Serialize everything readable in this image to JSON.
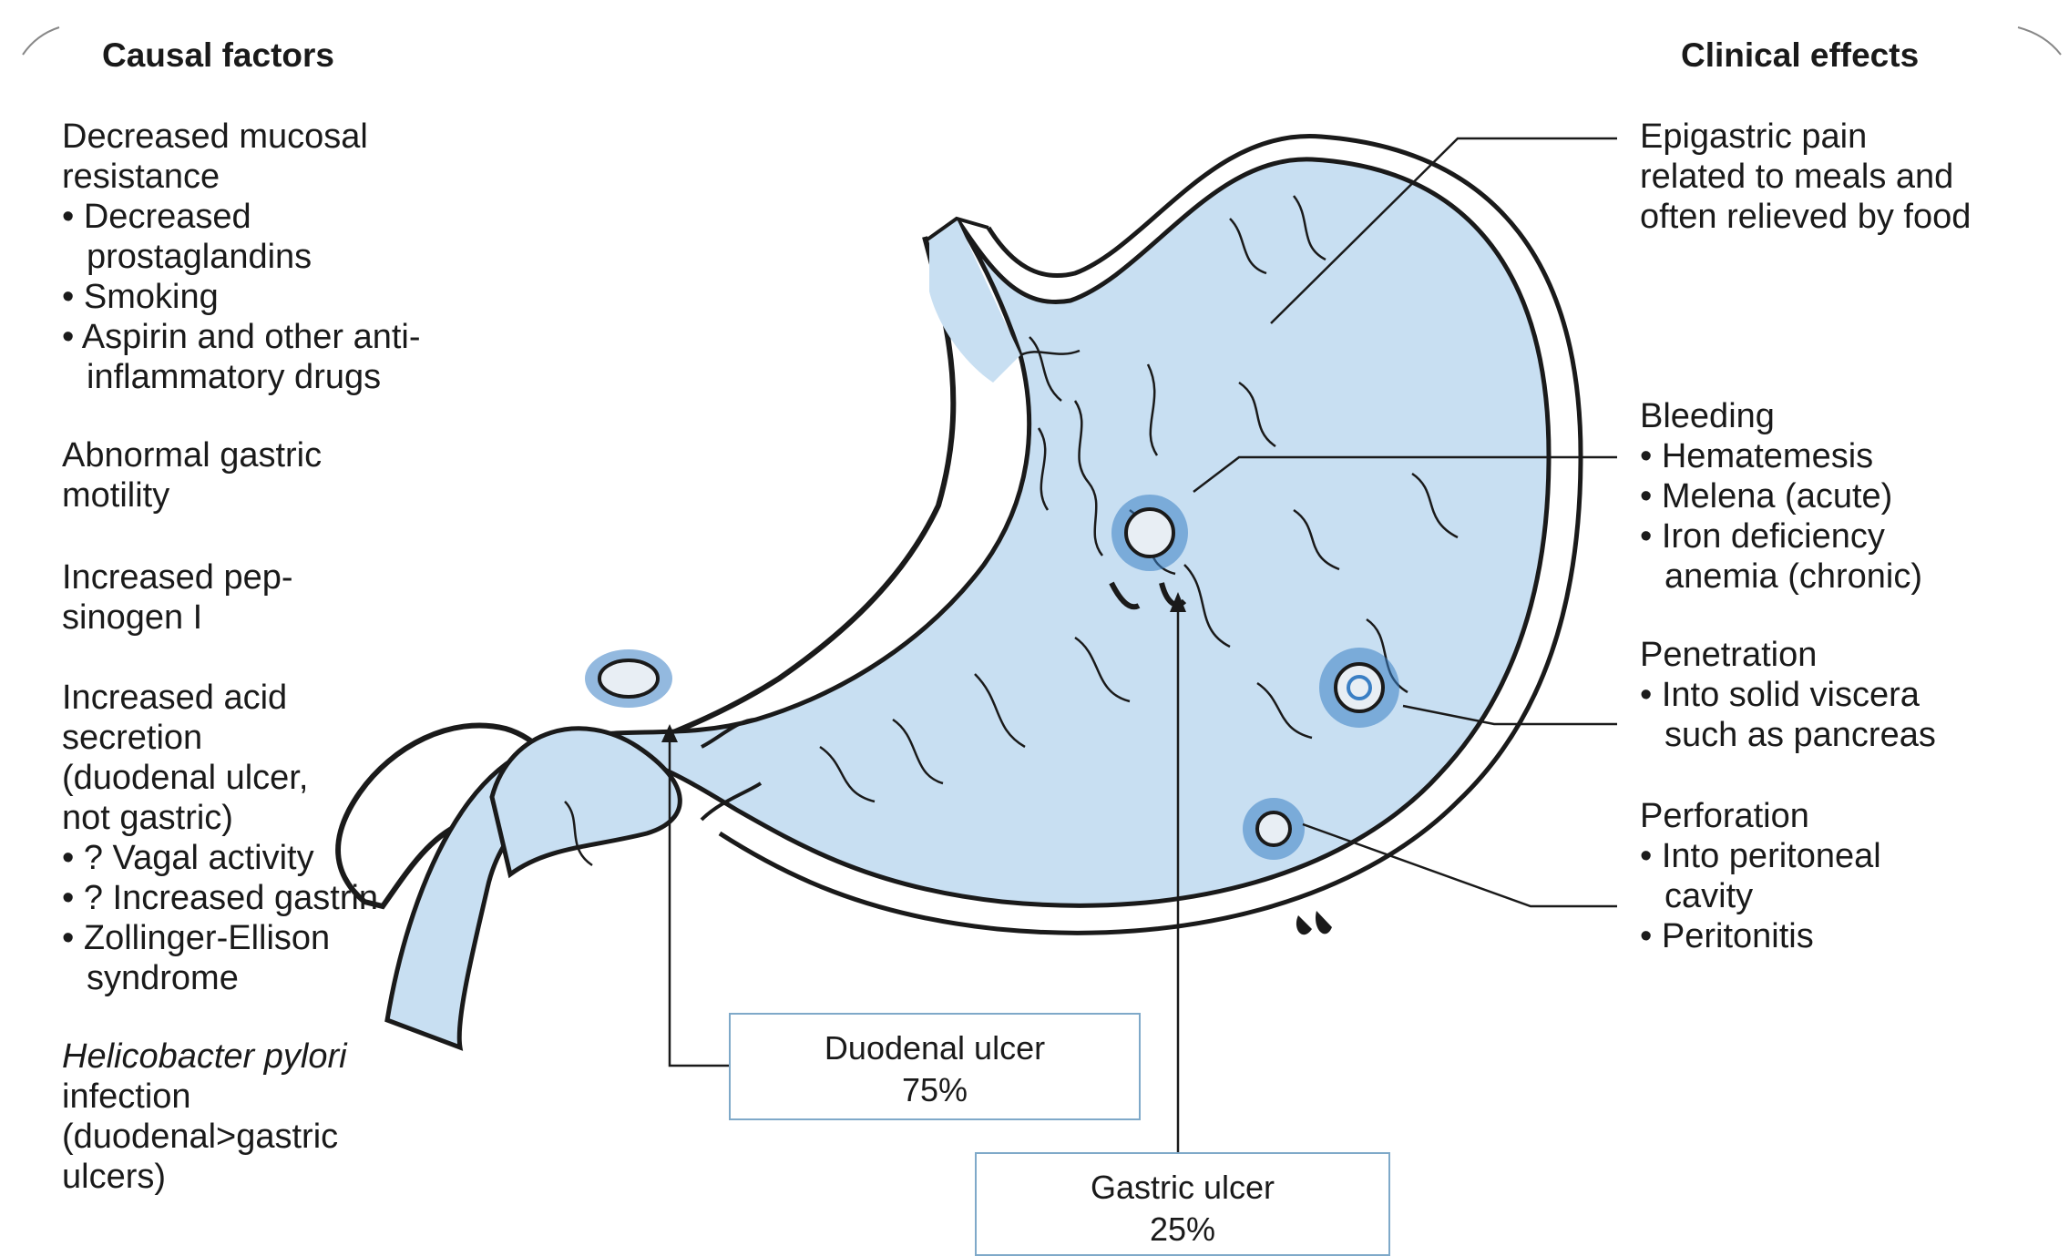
{
  "causal": {
    "heading": "Causal factors",
    "g1": {
      "title_1": "Decreased mucosal",
      "title_2": "resistance",
      "b1a": "• Decreased",
      "b1b": "prostaglandins",
      "b2": "• Smoking",
      "b3a": "• Aspirin and other anti-",
      "b3b": "inflammatory drugs"
    },
    "g2": {
      "l1": "Abnormal gastric",
      "l2": "motility"
    },
    "g3": {
      "l1": "Increased pep-",
      "l2": "sinogen I"
    },
    "g4": {
      "l1": "Increased acid",
      "l2": "secretion",
      "l3": "(duodenal ulcer,",
      "l4": "not gastric)",
      "b1": "• ? Vagal activity",
      "b2": "• ? Increased gastrin",
      "b3a": "• Zollinger-Ellison",
      "b3b": "syndrome"
    },
    "g5": {
      "l1": "Helicobacter pylori",
      "l2": "infection",
      "l3": "(duodenal>gastric",
      "l4": "ulcers)"
    }
  },
  "effects": {
    "heading": "Clinical effects",
    "pain": {
      "l1": "Epigastric pain",
      "l2": "related to meals and",
      "l3": "often relieved by food"
    },
    "bleeding": {
      "title": "Bleeding",
      "b1": "• Hematemesis",
      "b2": "• Melena (acute)",
      "b3a": "• Iron deficiency",
      "b3b": "anemia (chronic)"
    },
    "penetration": {
      "title": "Penetration",
      "b1a": "• Into solid viscera",
      "b1b": "such as pancreas"
    },
    "perforation": {
      "title": "Perforation",
      "b1a": "• Into peritoneal",
      "b1b": "cavity",
      "b2": "• Peritonitis"
    }
  },
  "callouts": {
    "duodenal": {
      "label": "Duodenal ulcer",
      "pct": "75%"
    },
    "gastric": {
      "label": "Gastric ulcer",
      "pct": "25%"
    }
  },
  "colors": {
    "organ_fill": "#c8dff2",
    "ulcer_blue": "#3b7fc4",
    "outline": "#1a1a1a",
    "box_border": "#7fa9c9"
  }
}
